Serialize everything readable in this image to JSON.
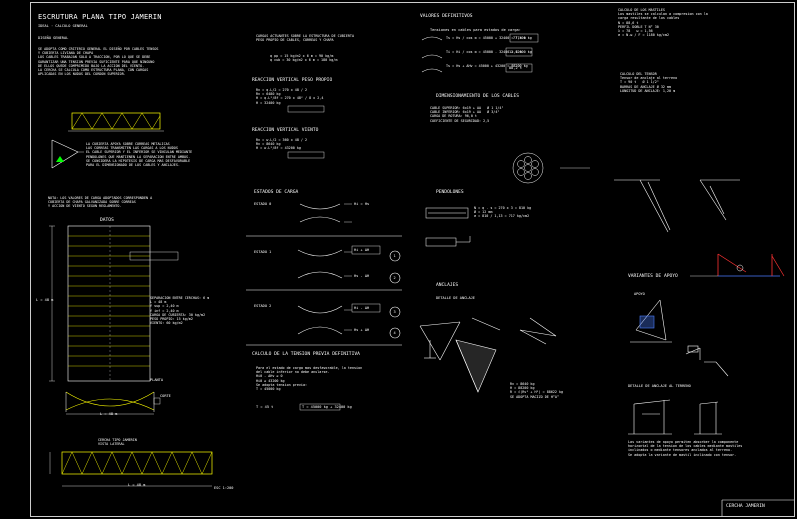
{
  "sheet": {
    "title_block": "CERCHA JAMERIN"
  },
  "col1": {
    "title": "ESCRUTURA PLANA TIPO JAMERIN",
    "subtitle": "IDEAL · CALCULO GENERAL",
    "section_label": "DISEÑO GENERAL",
    "notes_top": [
      "SE ADOPTA COMO CRITERIO GENERAL EL DISEÑO POR CABLES TENSOS",
      "Y CUBIERTA LIVIANA DE CHAPA",
      "LOS CABLES TRABAJAN SOLO A TRACCION, POR LO QUE SE DEBE",
      "GARANTIZAR UNA TENSION PREVIA SUFICIENTE PARA QUE NINGUNO",
      "DE ELLOS QUEDE COMPRIMIDO BAJO LA ACCION DEL VIENTO.",
      "LA CERCHA SE CALCULA COMO ESTRUCTURA PLANA, CON CARGAS",
      "APLICADAS EN LOS NUDOS DEL CORDON SUPERIOR."
    ],
    "notes_mid": [
      "LA CUBIERTA APOYA SOBRE CORREAS METALICAS",
      "LAS CORREAS TRANSMITEN LAS CARGAS A LOS NUDOS",
      "EL CABLE SUPERIOR Y EL INFERIOR SE VINCULAN MEDIANTE",
      "PENDOLONES QUE MANTIENEN LA SEPARACION ENTRE AMBOS.",
      "SE CONSIDERA LA HIPOTESIS DE CARGA MAS DESFAVORABLE",
      "PARA EL DIMENSIONADO DE LOS CABLES Y ANCLAJES."
    ],
    "notes_low": [
      "NOTA: LOS VALORES DE CARGA ADOPTADOS CORRESPONDEN A",
      "CUBIERTA DE CHAPA GALVANIZADA SOBRE CORREAS",
      "Y ACCION DE VIENTO SEGUN REGLAMENTO."
    ],
    "datos_title": "DATOS",
    "dim_L": "L = 48 m",
    "planta": "PLANTA",
    "corte": "CORTE",
    "dim_bottom": "L = 48 m",
    "data_block": [
      "SEPARACION ENTRE CERCHAS: 6 m",
      "L = 48 m",
      "f sup = 2,40 m",
      "f inf = 2,40 m",
      "CARGA DE CUBIERTA: 30 kg/m2",
      "PESO PROPIO: 15 kg/m2",
      "VIENTO: 60 kg/m2"
    ],
    "elevation_note": [
      "CERCHA TIPO JAMERIN",
      "VISTA LATERAL"
    ],
    "elevation_dim": "L = 48 m",
    "scale": "ESC 1:200"
  },
  "col2": {
    "header_notes": [
      "CARGAS ACTUANTES SOBRE LA ESTRUCTURA DE CUBIERTA",
      "PESO PROPIO DE CABLES, CORREAS Y CHAPA"
    ],
    "formula1": [
      "q pp = 15 kg/m2 x 6 m = 90 kg/m",
      "q cub = 30 kg/m2 x 6 m = 180 kg/m"
    ],
    "reaccion_pp_title": "REACCION VERTICAL PESO PROPIO",
    "reaccion_pp_lines": [
      "Rv = q.L/2 = 270 x 48 / 2",
      "Rv = 6480 kg",
      "H = q.L²/8f = 270 x 48² / 8 x 2,4",
      "H = 32400 kg"
    ],
    "reaccion_v_title": "REACCION VERTICAL VIENTO",
    "reaccion_v_lines": [
      "Rv = w.L/2 = 360 x 48 / 2",
      "Rv = 8640 kg",
      "H = w.L²/8f = 43200 kg"
    ],
    "estados_title": "ESTADOS DE CARGA",
    "estado_labels": [
      "ESTADO 0",
      "ESTADO 1",
      "ESTADO 2"
    ],
    "estado_eqs": [
      "Hi = Hs",
      "Hi + ΔH",
      "Hs - ΔH",
      "Hi - ΔH",
      "Hs + ΔH"
    ],
    "marker_nums": [
      "1",
      "2",
      "3",
      "4"
    ],
    "calc_title": "CALCULO DE LA TENSION PREVIA DEFINITIVA",
    "calc_lines": [
      "Para el estado de carga mas desfavorable, la tension",
      "del cable inferior no debe anularse.",
      "Hi0 - ΔHv ≥ 0",
      "Hi0 ≥ 43200 kg",
      "Se adopta tension previa:",
      "T = 45000 kg"
    ],
    "calc_result": [
      "T = 45 t",
      "T = 45000 kg + 32400 kg"
    ]
  },
  "col3": {
    "valores_title": "VALORES DEFINITIVOS",
    "valores_sub": "Tensiones en cables para estados de carga:",
    "valores_lines": [
      "Ts = Hs / cos α = 45000 + 32400 = 77400 kg",
      "Ti = Hi / cos α = 45000 - 32400 = 12600 kg",
      "Ts = Hs + ΔHv = 45000 + 43200 = 88200 kg"
    ],
    "valores_boxes": [
      "77,4 t",
      "12,6 t",
      "88,2 t"
    ],
    "dim_cables_title": "DIMENSIONAMIENTO DE LOS CABLES",
    "dim_cables_lines": [
      "CABLE SUPERIOR: 6x19 + AA   Ø 1 1/4\"",
      "CABLE INFERIOR: 6x19 + AA   Ø 3/4\"",
      "CARGA DE ROTURA: 96,0 t",
      "COEFICIENTE DE SEGURIDAD: 2,5"
    ],
    "pendolones_title": "PENDOLONES",
    "pendolones_lines": [
      "N = q . s = 270 x 3 = 810 kg",
      "Ø = 12 mm",
      "σ = 810 / 1,13 = 717 kg/cm2"
    ],
    "anclajes_title": "ANCLAJES",
    "anclajes_sub": "DETALLE DE ANCLAJE",
    "anclajes_lines": [
      "Rv = 8640 kg",
      "H = 88200 kg",
      "R = √(Rv² + H²) = 88622 kg",
      "SE ADOPTA MACIZO DE H°A°"
    ]
  },
  "col4": {
    "top_lines": [
      "CALCULO DE LOS MASTILES",
      "Los mastiles se calculan a compresion con la",
      "carga resultante de los cables",
      "N = 88,6 t",
      "PERFIL DOBLE T N° 30",
      "λ = 78   ω = 1,56",
      "σ = N.ω / F = 1180 kg/cm2"
    ],
    "mid_lines": [
      "CALCULO DEL TENSOR",
      "Tensor de anclaje al terreno",
      "T = 90 t   Ø 1 1/2\"",
      "BARRAS DE ANCLAJE Ø 32 mm",
      "LONGITUD DE ANCLAJE: 1,20 m"
    ],
    "section_title": "VARIANTES DE APOYO",
    "bottom_lines": [
      "Las variantes de apoyo permiten absorber la componente",
      "horizontal de la tension de los cables mediante mastiles",
      "inclinados o mediante tensores anclados al terreno.",
      "Se adopta la variante de mastil inclinado con tensor."
    ],
    "apoyo_label": "APOYO",
    "detalle_label": "DETALLE DE ANCLAJE AL TERRENO"
  }
}
